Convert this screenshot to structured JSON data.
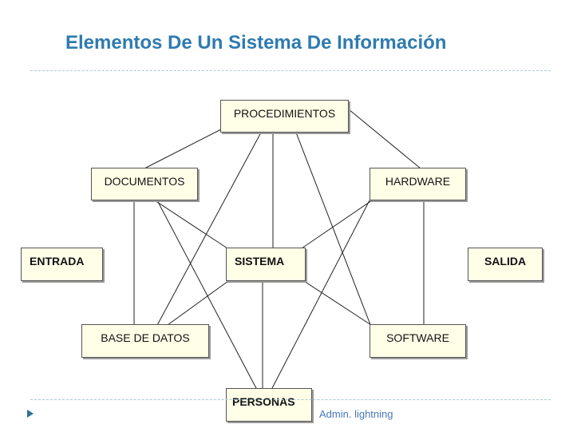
{
  "title": "Elementos De Un Sistema De Información",
  "footer": "Admin. lightning",
  "nodes": {
    "procedimientos": "PROCEDIMIENTOS",
    "documentos": "DOCUMENTOS",
    "hardware": "HARDWARE",
    "entrada": "ENTRADA",
    "sistema": "SISTEMA",
    "salida": "SALIDA",
    "base_de_datos": "BASE DE DATOS",
    "software": "SOFTWARE",
    "personas": "PERSONAS"
  },
  "colors": {
    "title": "#2f7bb0",
    "node_fill": "#ffffe8",
    "footer": "#4a78b8"
  }
}
